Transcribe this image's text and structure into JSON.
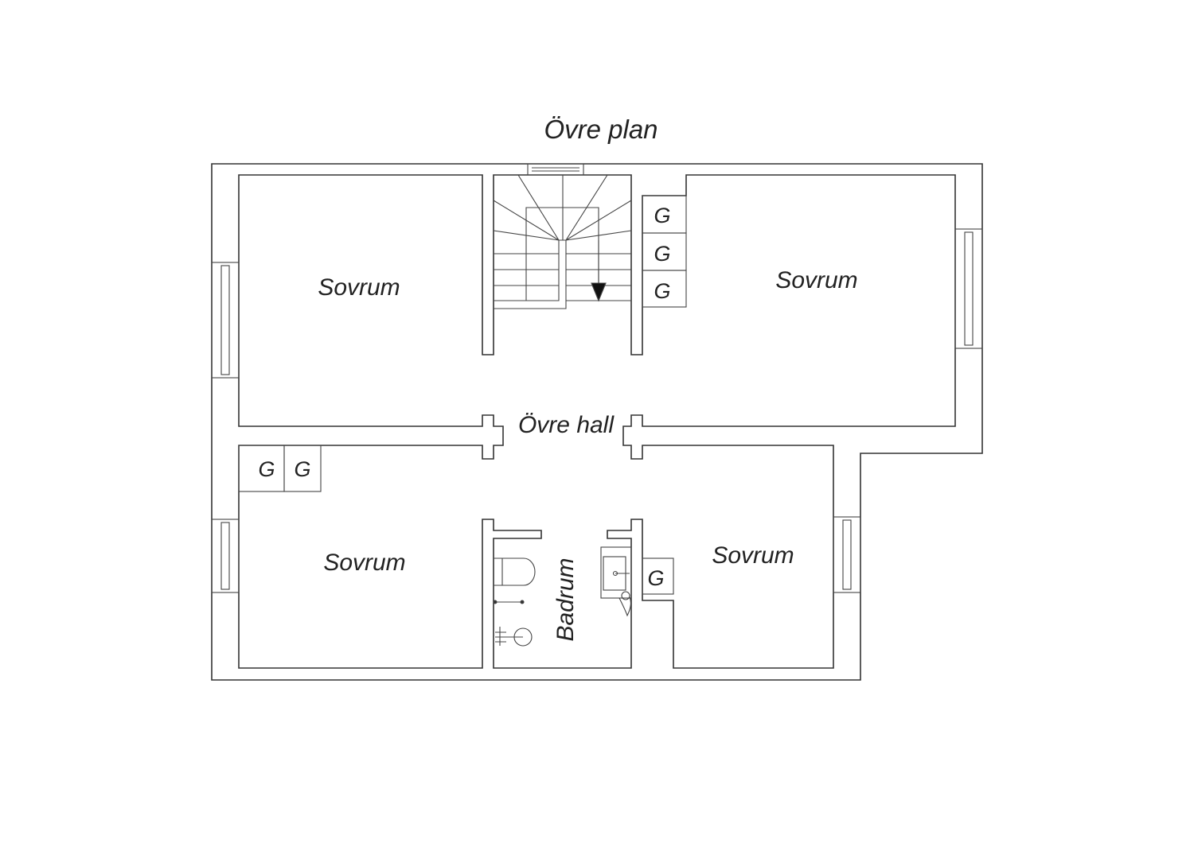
{
  "title": "Övre plan",
  "rooms": {
    "bedroom_top_left": "Sovrum",
    "bedroom_top_right": "Sovrum",
    "bedroom_bottom_left": "Sovrum",
    "bedroom_bottom_right": "Sovrum",
    "hall": "Övre hall",
    "bathroom": "Badrum"
  },
  "closets": [
    "G",
    "G",
    "G",
    "G",
    "G",
    "G"
  ],
  "colors": {
    "line": "#333333",
    "background": "#ffffff"
  }
}
